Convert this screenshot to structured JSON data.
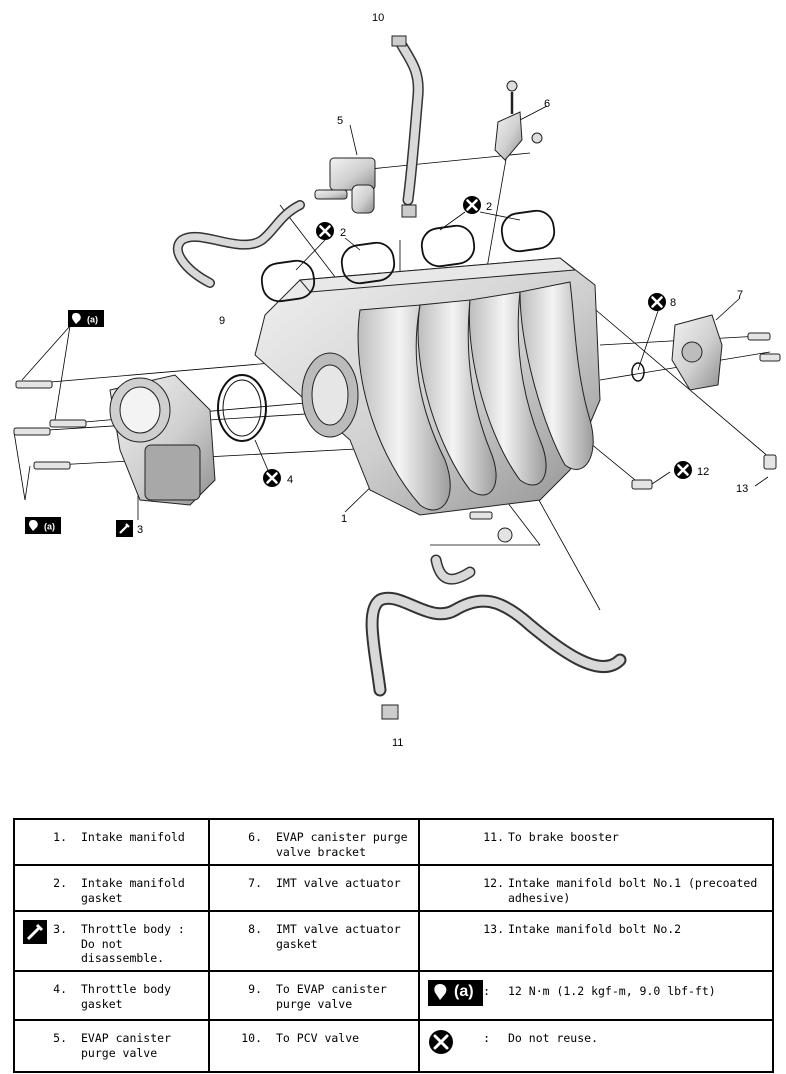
{
  "callouts": {
    "c1": "1",
    "c2a": "2",
    "c2b": "2",
    "c3": "3",
    "c4": "4",
    "c5": "5",
    "c6": "6",
    "c7": "7",
    "c8": "8",
    "c9": "9",
    "c10": "10",
    "c11": "11",
    "c12": "12",
    "c13": "13",
    "torque_a_top": "(a)",
    "torque_a_bottom": "(a)"
  },
  "legend": {
    "rows": [
      [
        {
          "num": "1.",
          "text": "Intake manifold"
        },
        {
          "num": "6.",
          "text": "EVAP canister purge valve bracket"
        },
        {
          "num": "11.",
          "text": "To brake booster"
        }
      ],
      [
        {
          "num": "2.",
          "text": "Intake manifold gasket"
        },
        {
          "num": "7.",
          "text": "IMT valve actuator"
        },
        {
          "num": "12.",
          "text": "Intake manifold bolt No.1 (precoated adhesive)"
        }
      ],
      [
        {
          "num": "3.",
          "text": "Throttle body : Do not disassemble.",
          "icon": "do-not-disassemble-icon"
        },
        {
          "num": "8.",
          "text": "IMT valve actuator gasket"
        },
        {
          "num": "13.",
          "text": "Intake manifold bolt No.2"
        }
      ],
      [
        {
          "num": "4.",
          "text": "Throttle body gasket"
        },
        {
          "num": "9.",
          "text": "To EVAP canister purge valve"
        },
        {
          "num": ":",
          "text": "12 N·m (1.2 kgf-m, 9.0 lbf-ft)",
          "icon": "torque-wrench-icon",
          "icon_label": "(a)"
        }
      ],
      [
        {
          "num": "5.",
          "text": "EVAP canister purge valve"
        },
        {
          "num": "10.",
          "text": "To PCV valve"
        },
        {
          "num": ":",
          "text": "Do not reuse.",
          "icon": "do-not-reuse-icon"
        }
      ]
    ]
  },
  "colors": {
    "line": "#000000",
    "part_fill": "#d8d8d8",
    "part_dark": "#9a9a9a",
    "background": "#ffffff"
  }
}
